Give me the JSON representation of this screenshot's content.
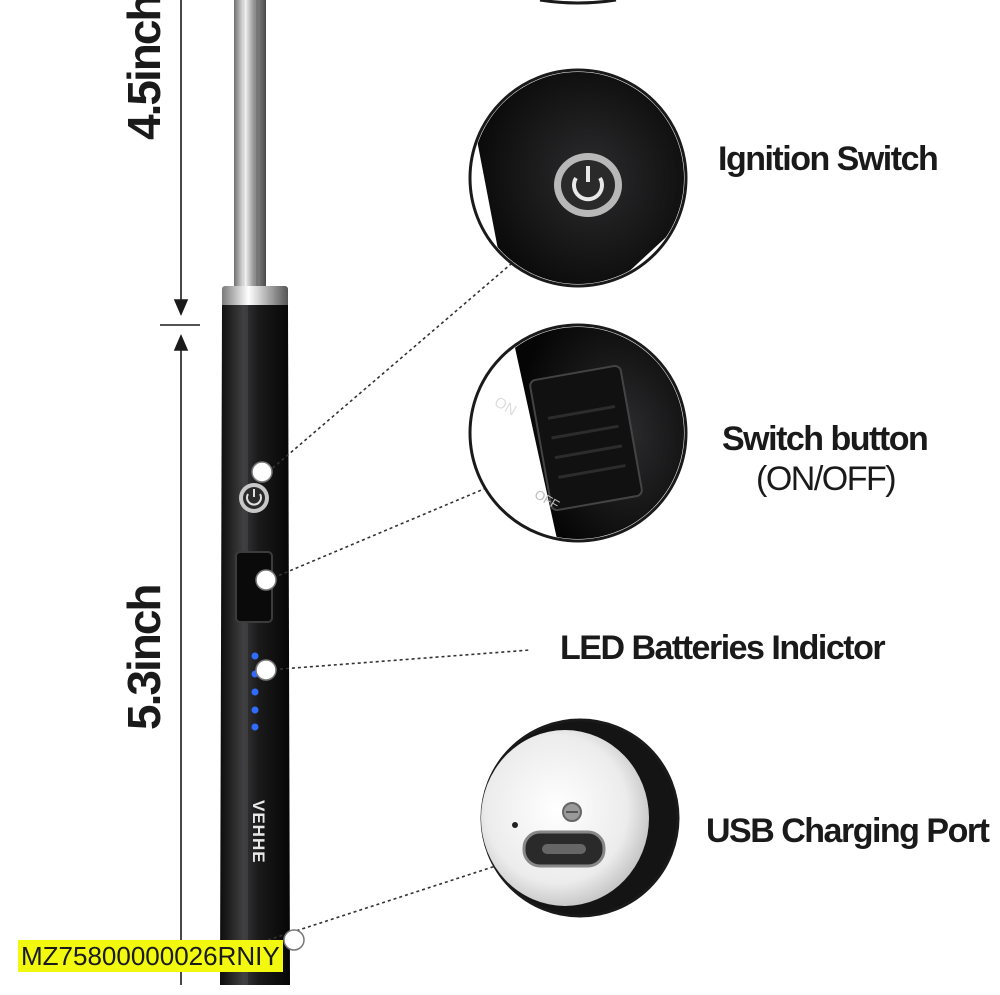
{
  "dimensions": {
    "upper": "4.5inch",
    "lower": "5.3inch"
  },
  "callouts": {
    "ignition": "Ignition Switch",
    "switch_line1": "Switch button",
    "switch_line2": "(ON/OFF)",
    "led": "LED Batteries Indictor",
    "usb": "USB Charging Port"
  },
  "switch_marks": {
    "on": "ON",
    "off": "OFF"
  },
  "brand": "VEHHE",
  "sku": "MZ75800000026RNIY",
  "colors": {
    "sku_background": "#f2f90f",
    "body": "#1c1c1e",
    "led": "#2f6bff",
    "text": "#1a1a1a"
  }
}
